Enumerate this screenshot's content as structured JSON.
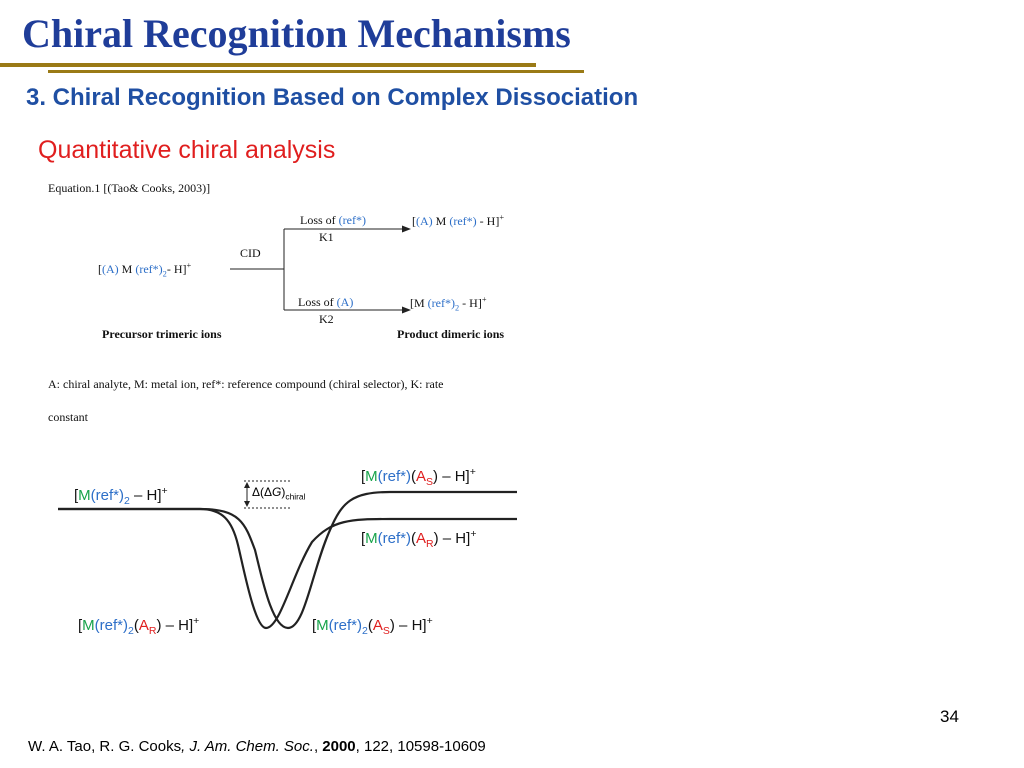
{
  "header": {
    "title": "Chiral Recognition Mechanisms",
    "subtitle": "3. Chiral Recognition Based on Complex Dissociation",
    "section": "Quantitative chiral analysis"
  },
  "scheme": {
    "equation_label": "Equation.1 [(Tao& Cooks, 2003)]",
    "precursor": {
      "open": "[",
      "analyte": "(A)",
      "metal": " M ",
      "ref": "(ref*)",
      "sub": "2",
      "tail": "- H]",
      "sup": "+"
    },
    "cid": "CID",
    "upper_loss": {
      "text": "Loss of ",
      "ref": "(ref*)",
      "k": "K1"
    },
    "lower_loss": {
      "text": "Loss of ",
      "ref": "(A)",
      "k": "K2"
    },
    "upper_product": {
      "open": "[",
      "analyte": "(A)",
      "metal": " M ",
      "ref": "(ref*)",
      "tail": " - H]",
      "sup": "+"
    },
    "lower_product": {
      "open": "[M ",
      "ref": "(ref*)",
      "sub": "2",
      "tail": " - H]",
      "sup": "+"
    },
    "precursor_caption": "Precursor trimeric ions",
    "product_caption": "Product dimeric ions",
    "legend_line1": "A: chiral analyte, M: metal ion, ref*: reference compound (chiral selector), K: rate",
    "legend_line2": "constant"
  },
  "energy_diagram": {
    "left_ion": {
      "open": "[",
      "m": "M",
      "ref": "(ref*)",
      "sub": "2",
      "tail": " – H]",
      "sup": "+"
    },
    "delta_g": {
      "text": "Δ(Δ",
      "g": "G",
      "close": ")",
      "sub": "chiral"
    },
    "top_right_ion": {
      "open": "[",
      "m": "M",
      "ref": "(ref*)",
      "paren": "(",
      "a": "A",
      "asub": "S",
      "tail": ") – H]",
      "sup": "+"
    },
    "mid_right_ion": {
      "open": "[",
      "m": "M",
      "ref": "(ref*)",
      "paren": "(",
      "a": "A",
      "asub": "R",
      "tail": ") – H]",
      "sup": "+"
    },
    "bottom_left_ion": {
      "open": "[",
      "m": "M",
      "ref": "(ref*)",
      "sub": "2",
      "paren": "(",
      "a": "A",
      "asub": "R",
      "tail": ") – H]",
      "sup": "+"
    },
    "bottom_right_ion": {
      "open": "[",
      "m": "M",
      "ref": "(ref*)",
      "sub": "2",
      "paren": "(",
      "a": "A",
      "asub": "S",
      "tail": ") – H]",
      "sup": "+"
    },
    "colors": {
      "metal": "#17a34a",
      "ref": "#2d6fc8",
      "analyte": "#e01e1e"
    }
  },
  "footer": {
    "page_number": "34",
    "cite_authors": "W. A. Tao, R. G. Cooks",
    "cite_journal": ", J. Am. Chem. Soc.",
    "cite_sep": ", ",
    "cite_year": "2000",
    "cite_rest": ", 122, 10598-10609"
  }
}
